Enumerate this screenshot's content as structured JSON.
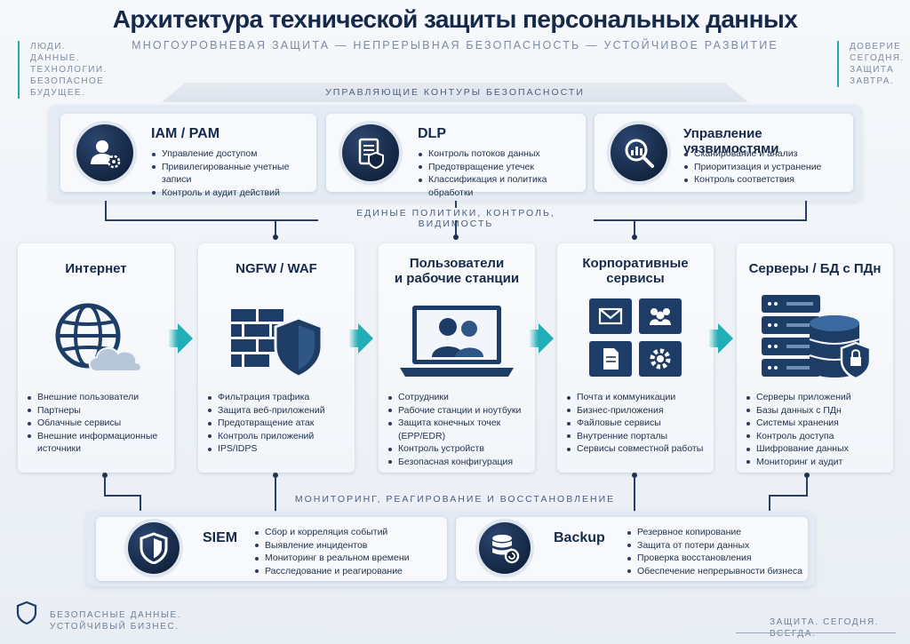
{
  "header": {
    "title": "Архитектура технической защиты персональных данных",
    "subtitle": "Многоуровневая защита — Непрерывная безопасность — Устойчивое развитие",
    "left_note": [
      "Люди.",
      "Данные.",
      "Технологии.",
      "Безопасное",
      "будущее."
    ],
    "right_note": [
      "Доверие",
      "сегодня.",
      "Защита",
      "завтра."
    ]
  },
  "governance": {
    "label": "Управляющие контуры безопасности",
    "bottom_label": "Единые политики, контроль, видимость",
    "cards": [
      {
        "title": "IAM / PAM",
        "icon": "user-gear-icon",
        "items": [
          "Управление доступом",
          "Привилегированные учетные записи",
          "Контроль и аудит действий"
        ]
      },
      {
        "title": "DLP",
        "icon": "document-shield-icon",
        "items": [
          "Контроль потоков данных",
          "Предотвращение утечек",
          "Классификация и политика обработки"
        ]
      },
      {
        "title": "Управление уязвимостями",
        "icon": "magnifier-chart-icon",
        "items": [
          "Сканирование и анализ",
          "Приоритизация и устранение",
          "Контроль соответствия"
        ]
      }
    ]
  },
  "flow": [
    {
      "title": "Интернет",
      "icon": "globe-cloud-icon",
      "items": [
        "Внешние пользователи",
        "Партнеры",
        "Облачные сервисы",
        "Внешние информационные источники"
      ]
    },
    {
      "title": "NGFW / WAF",
      "icon": "firewall-shield-icon",
      "items": [
        "Фильтрация трафика",
        "Защита веб-приложений",
        "Предотвращение атак",
        "Контроль приложений",
        "IPS/IDPS"
      ]
    },
    {
      "title": "Пользователи\nи рабочие станции",
      "icon": "laptop-users-icon",
      "items": [
        "Сотрудники",
        "Рабочие станции и ноутбуки",
        "Защита конечных точек (EPP/EDR)",
        "Контроль устройств",
        "Безопасная конфигурация"
      ]
    },
    {
      "title": "Корпоративные\nсервисы",
      "icon": "services-grid-icon",
      "items": [
        "Почта и коммуникации",
        "Бизнес-приложения",
        "Файловые сервисы",
        "Внутренние порталы",
        "Сервисы совместной работы"
      ]
    },
    {
      "title": "Серверы / БД с ПДн",
      "icon": "server-database-icon",
      "items": [
        "Серверы приложений",
        "Базы данных с ПДн",
        "Системы хранения",
        "Контроль доступа",
        "Шифрование данных",
        "Мониторинг и аудит"
      ]
    }
  ],
  "operations": {
    "label": "Мониторинг, реагирование и восстановление",
    "cards": [
      {
        "title": "SIEM",
        "icon": "shield-icon",
        "items": [
          "Сбор и корреляция событий",
          "Выявление инцидентов",
          "Мониторинг в реальном времени",
          "Расследование и реагирование"
        ]
      },
      {
        "title": "Backup",
        "icon": "database-restore-icon",
        "items": [
          "Резервное копирование",
          "Защита от потери данных",
          "Проверка восстановления",
          "Обеспечение непрерывности бизнеса"
        ]
      }
    ]
  },
  "footer": {
    "left": [
      "Безопасные данные.",
      "Устойчивый бизнес."
    ],
    "right": "Защита. Сегодня. Всегда."
  },
  "colors": {
    "navy": "#15294a",
    "teal": "#22aeb6",
    "panel": "#e2e9f2"
  }
}
